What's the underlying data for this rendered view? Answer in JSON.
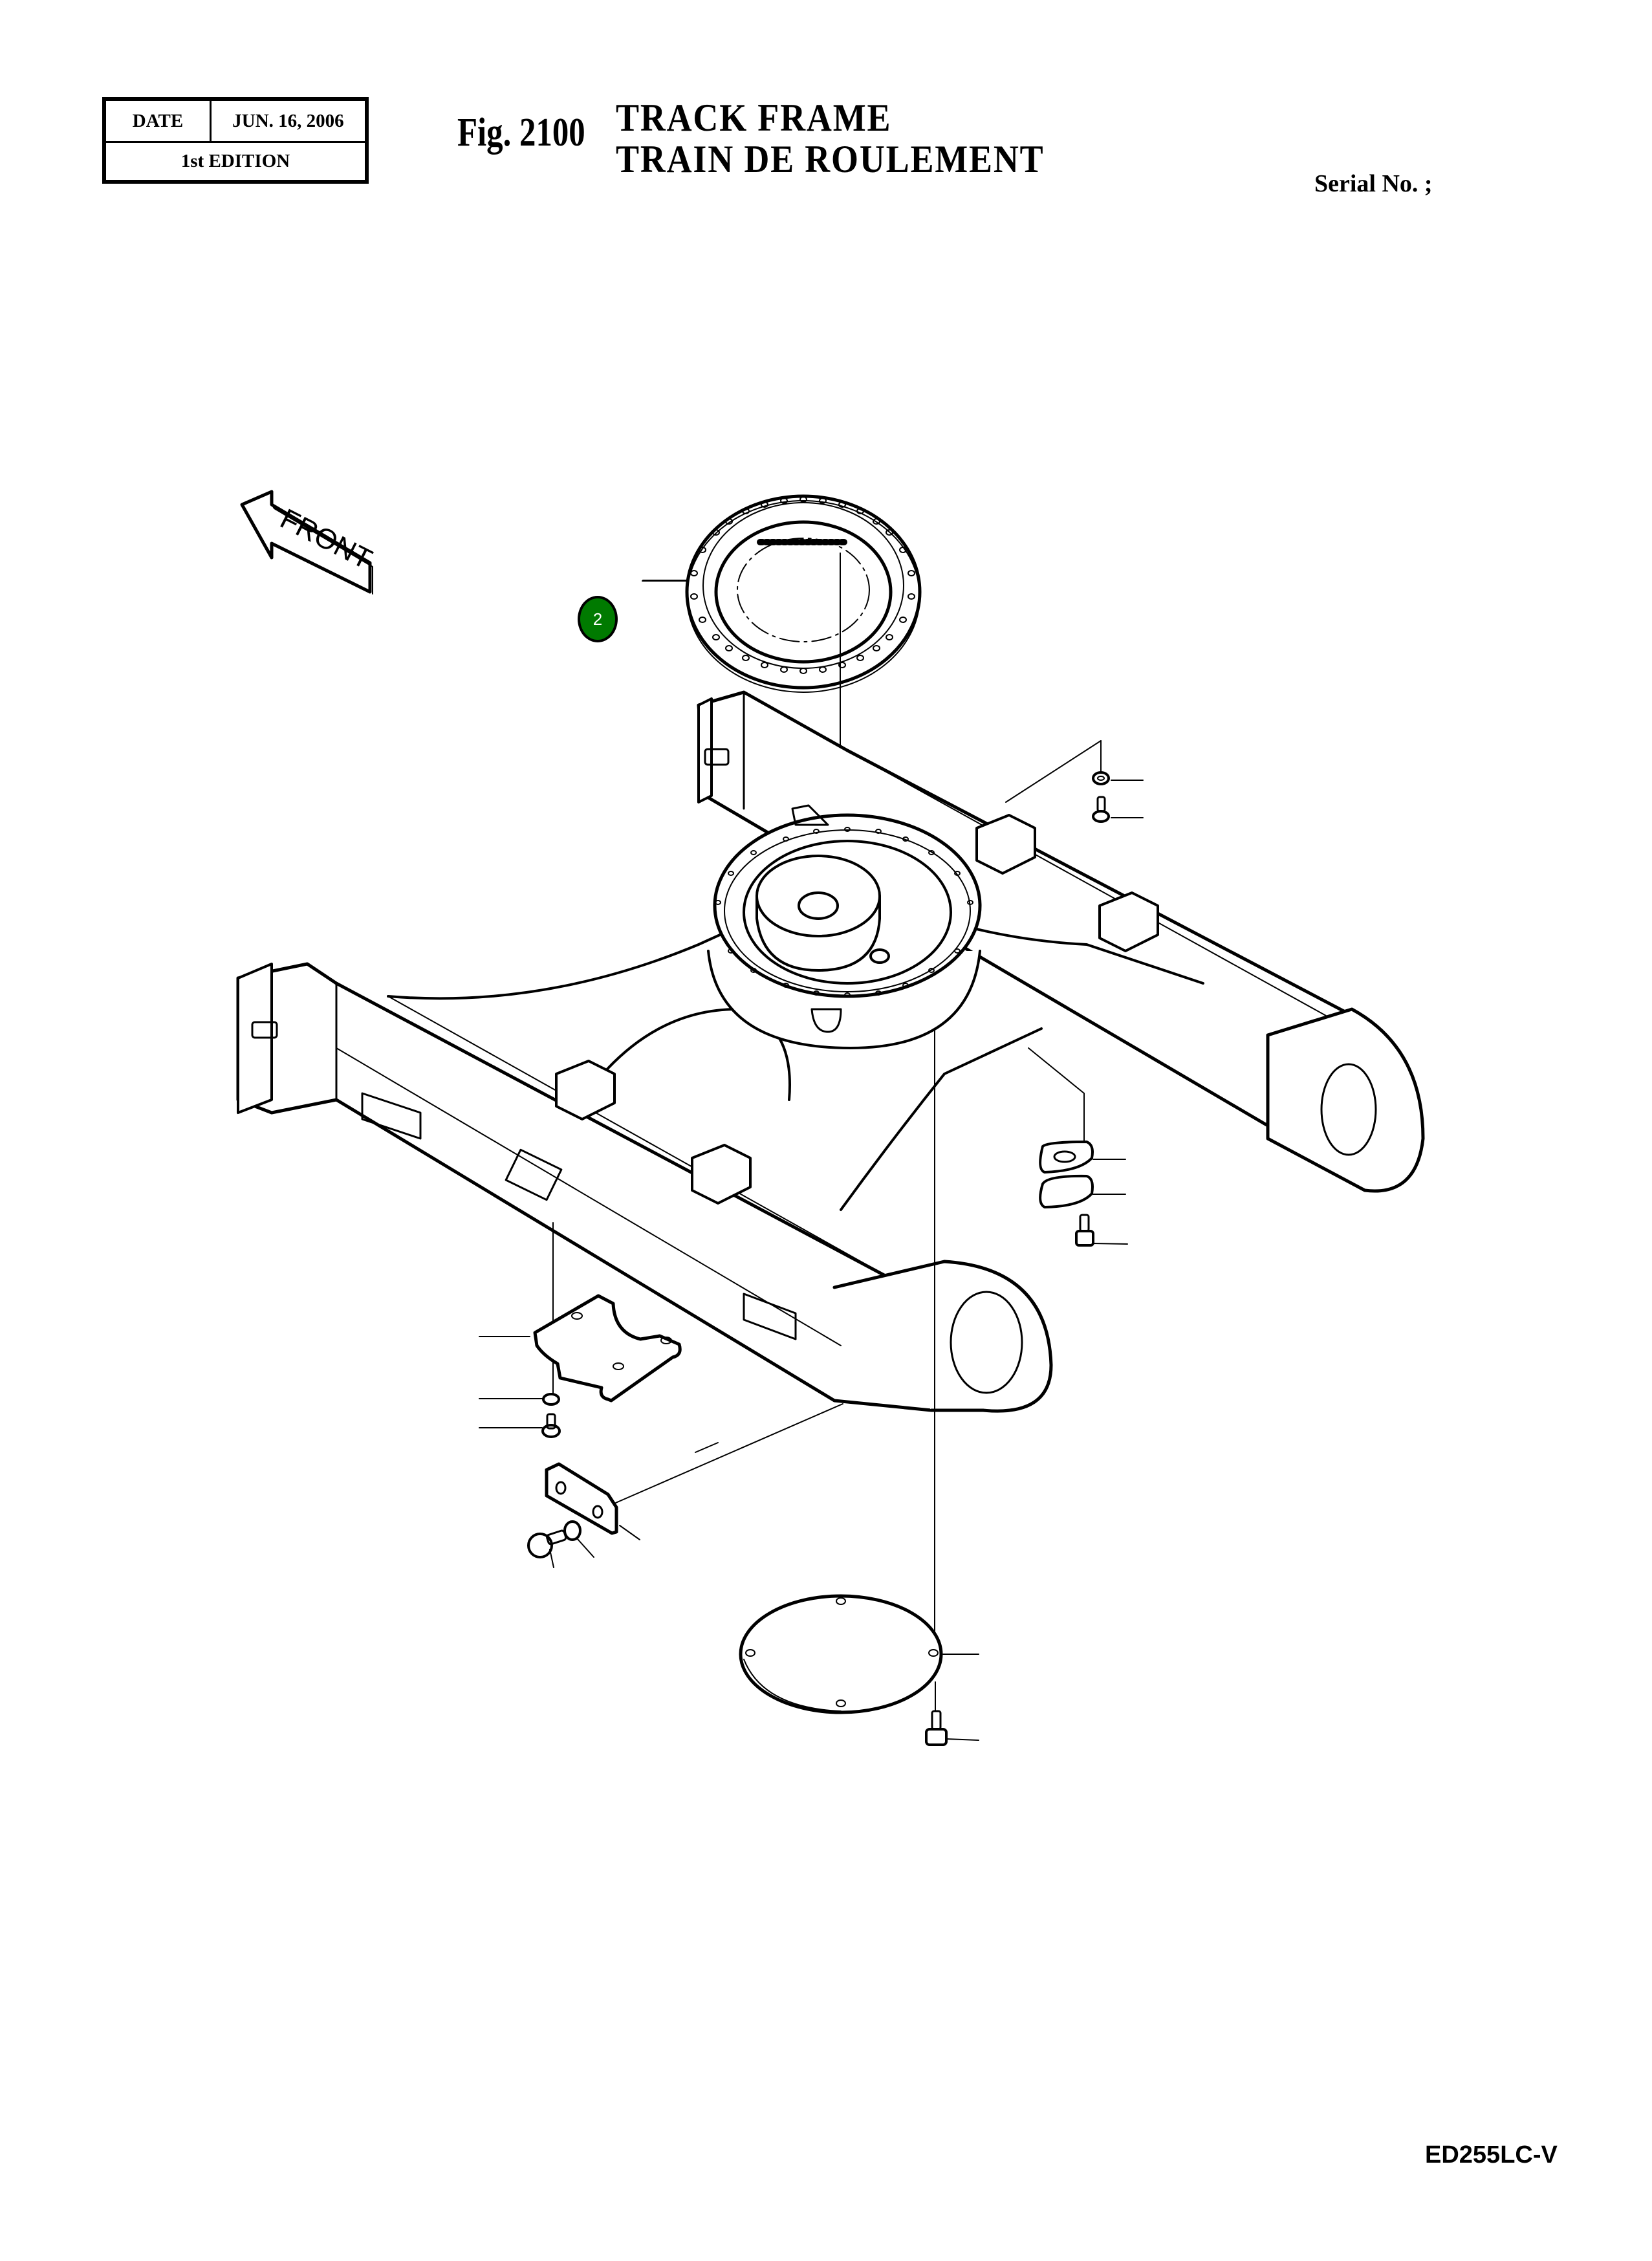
{
  "header": {
    "date_label": "DATE",
    "date_value": "JUN. 16, 2006",
    "edition": "1st EDITION",
    "figure_number": "Fig. 2100",
    "title_en": "TRACK  FRAME",
    "title_fr": "TRAIN  DE  ROULEMENT",
    "serial_label": "Serial No. ;"
  },
  "diagram": {
    "front_arrow_label": "FRONT",
    "callouts": [
      {
        "number": "2",
        "part": "swing-bearing-ring",
        "color": "#007a00"
      }
    ],
    "unlabeled_leader_lines": 18
  },
  "footer": {
    "model": "ED255LC-V"
  }
}
